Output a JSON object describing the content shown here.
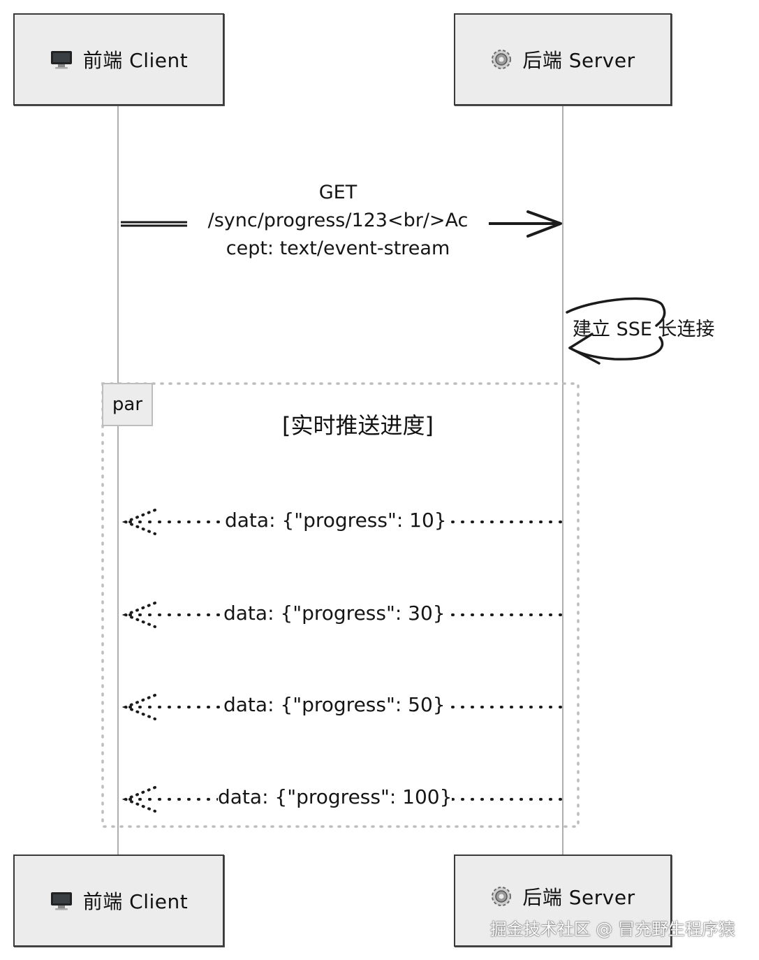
{
  "participants": {
    "client": {
      "label": "前端 Client",
      "icon": "monitor-icon"
    },
    "server": {
      "label": "后端 Server",
      "icon": "gear-icon"
    }
  },
  "request": {
    "line1": "GET",
    "line2": "/sync/progress/123<br/>Ac",
    "line3": "cept: text/event-stream"
  },
  "self_message": "建立 SSE 长连接",
  "par_frame": {
    "tag": "par",
    "title": "[实时推送进度]"
  },
  "messages": [
    {
      "text": "data: {\"progress\": 10}"
    },
    {
      "text": "data: {\"progress\": 30}"
    },
    {
      "text": "data: {\"progress\": 50}"
    },
    {
      "text": "data: {\"progress\": 100}"
    }
  ],
  "watermark": "掘金技术社区 @ 冒充野生程序猿",
  "colors": {
    "ink": "#1b1b1b",
    "actor_fill": "#ececec",
    "lifeline": "#9a9a9a",
    "frame_border": "#bdbdbd"
  }
}
